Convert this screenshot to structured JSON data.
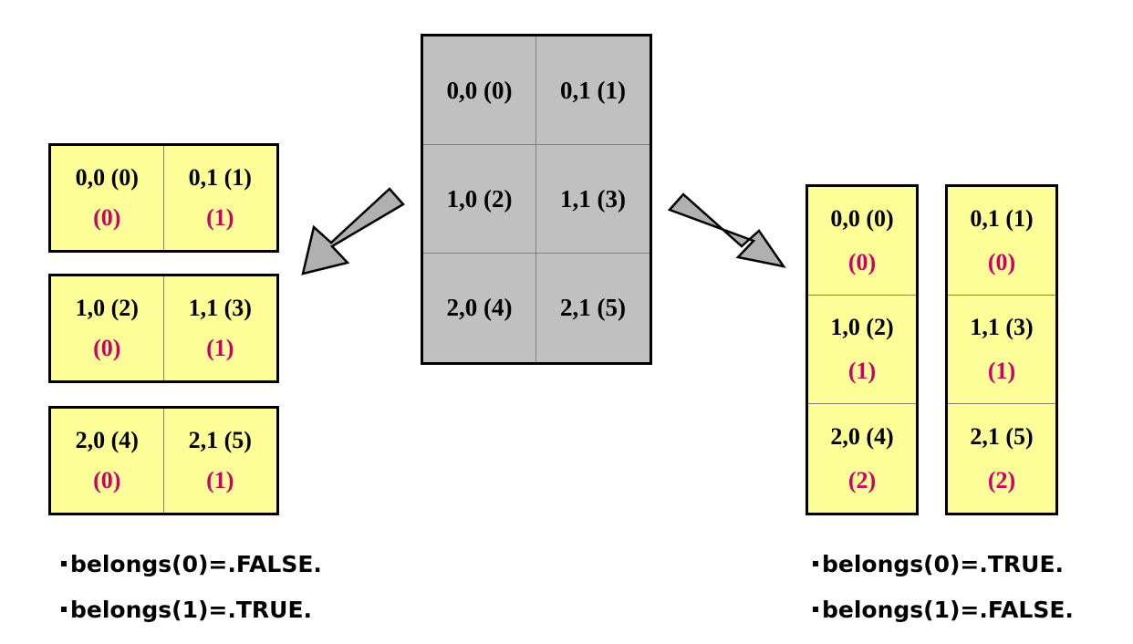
{
  "main_grid": {
    "cells": [
      {
        "label": "0,0 (0)"
      },
      {
        "label": "0,1 (1)"
      },
      {
        "label": "1,0 (2)"
      },
      {
        "label": "1,1 (3)"
      },
      {
        "label": "2,0 (4)"
      },
      {
        "label": "2,1 (5)"
      }
    ]
  },
  "row_split": {
    "groups": [
      {
        "cells": [
          {
            "label": "0,0 (0)",
            "rank": "(0)"
          },
          {
            "label": "0,1 (1)",
            "rank": "(1)"
          }
        ]
      },
      {
        "cells": [
          {
            "label": "1,0 (2)",
            "rank": "(0)"
          },
          {
            "label": "1,1 (3)",
            "rank": "(1)"
          }
        ]
      },
      {
        "cells": [
          {
            "label": "2,0 (4)",
            "rank": "(0)"
          },
          {
            "label": "2,1 (5)",
            "rank": "(1)"
          }
        ]
      }
    ],
    "notes": [
      "belongs(0)=.FALSE.",
      "belongs(1)=.TRUE."
    ]
  },
  "col_split": {
    "groups": [
      {
        "cells": [
          {
            "label": "0,0 (0)",
            "rank": "(0)"
          },
          {
            "label": "1,0 (2)",
            "rank": "(1)"
          },
          {
            "label": "2,0 (4)",
            "rank": "(2)"
          }
        ]
      },
      {
        "cells": [
          {
            "label": "0,1 (1)",
            "rank": "(0)"
          },
          {
            "label": "1,1 (3)",
            "rank": "(1)"
          },
          {
            "label": "2,1 (5)",
            "rank": "(2)"
          }
        ]
      }
    ],
    "notes": [
      "belongs(0)=.TRUE.",
      "belongs(1)=.FALSE."
    ]
  },
  "colors": {
    "main_fill": "#c0c0c0",
    "sub_fill": "#ffff99",
    "rank_text": "#cc0066",
    "arrow_fill": "#b0b0b0"
  }
}
